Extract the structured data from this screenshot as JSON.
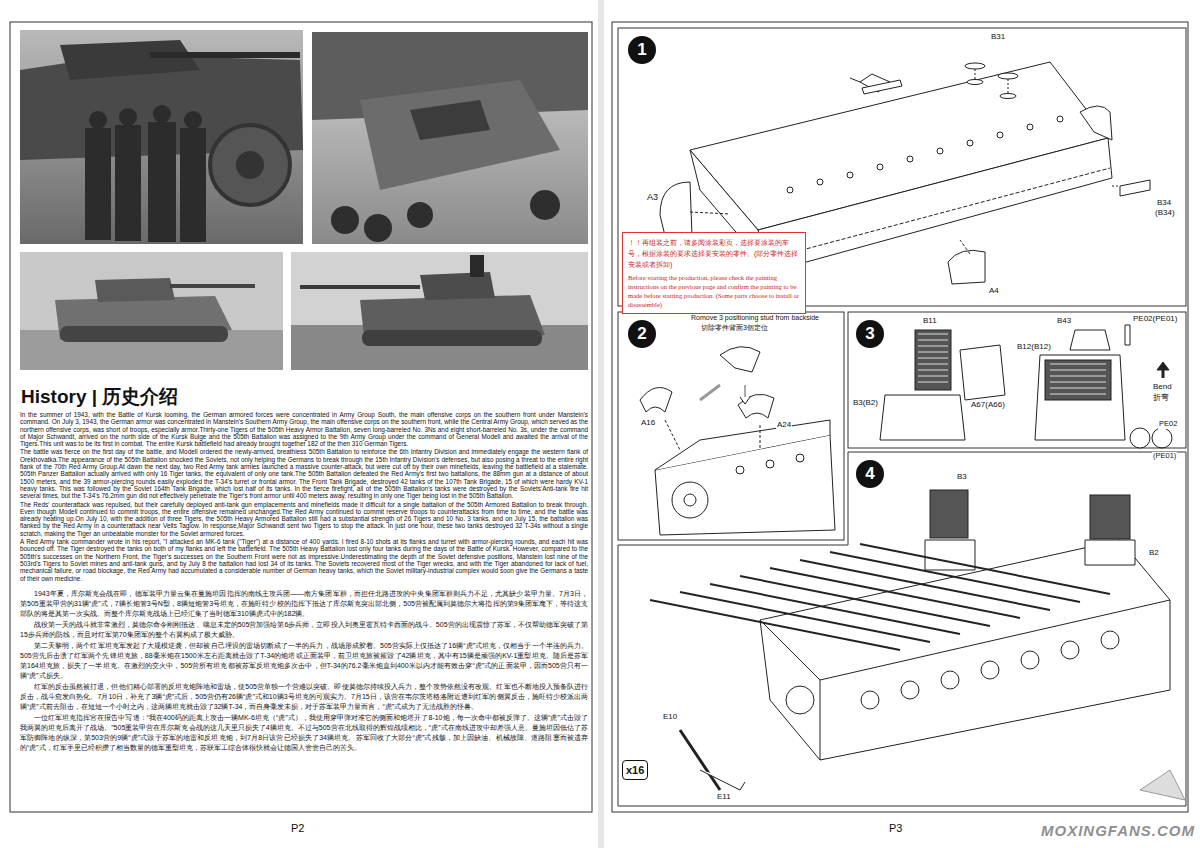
{
  "diagram": {
    "title": "History | 历史介绍",
    "nodes": [
      {
        "text": [
          "1"
        ]
      },
      {
        "text": [
          "！！再组装之前，请多阅涂装彩页，选择要涂装的车号，根据涂装的要求选择要安装的零件。(部分零件选择安装或者拆卸)",
          "Before starting the production, please check the painting instructions on the previous page and confirm the painting to be made before starting production. (Some parts choose to install or disassemble)"
        ]
      },
      {
        "text": [
          "2"
        ]
      },
      {
        "text": [
          "3"
        ]
      },
      {
        "text": [
          "4"
        ]
      },
      {
        "text": [
          "x16"
        ]
      }
    ],
    "labels": [
      "P2",
      "P3",
      "In the summer of 1943, with the Battle of Kursk looming, the German armored forces were concentrated in Army Group South, the main offensive corps on the southern front under Manstein's command. On July 3, 1943, the German armor was concentrated in Manstein's Southern Army Group, the main offensive corps on the southern front, while the Central Army Group, which served as the northern offensive corps, was short of troops, especially armor.Thirty-one Tigers of the 505th Heavy Armor Battalion, seven long-barreled No. 3Ns and eight short-barreled No. 3s, under the command of Major Schwandt, arrived on the north side of the Kursk Bulge and the 505th Battalion was assigned to the 9th Army Group under the command of General Modell and awaited the arrival of the Tigers.This unit was to be its first in combat. The entire Kursk battlefield had already brought together 182 of the then 310 German Tigers.",
      "The battle was fierce on the first day of the battle, and Modell ordered the newly-arrived, breathless 505th Battalion to reinforce the 6th Infantry Division and immediately engage the western flank of Orekhovatka.The appearance of the 505th Battalion shocked the Soviets, not only helping the Germans to break through the 15th Infantry Division's defenses, but also posing a threat to the entire right flank of the 70th Red Army Group.At dawn the next day, two Red Army tank armies launched a massive counter-attack, but were cut off by their own minefields, leaving the battlefield at a stalemate. 505th Panzer Battalion actually arrived with only 16 Tiger tanks, the equivalent of only one tank.The 505th Battalion defeated the Red Army's first two battalions, the 88mm gun at a distance of about 1500 meters, and the 39 armor-piercing rounds easily exploded the T-34's turret or frontal armor. The Front Tank Brigade, destroyed 42 tanks of the 107th Tank Brigade, 15 of which were hardy KV-1 heavy tanks. This was followed by the Soviet 164th Tank Brigade, which lost half of its tanks. In the fierce firefight, all of the 505th Battalion's tanks were destroyed by the Soviets'Anti-tank fire hit several times, but the T-34's 76.2mm gun did not effectively penetrate the Tiger's front armor until 400 meters away, resulting in only one Tiger being lost in the 505th Battalion.",
      "The Reds' counterattack was repulsed, but their carefully deployed anti-tank gun emplacements and minefields made it difficult for a single battalion of the 505th Armored Battalion to break through. Even though Modell continued to commit troops, the entire offensive remained unchanged.The Red Army continued to commit reserve troops to counterattacks from time to time, and the battle was already heating up.On July 10, with the addition of three Tigers, the 505th Heavy Armored Battalion still had a substantial strength of 26 Tigers and 10 No. 3 tanks, and on July 15, the battalion was flanked by the Red Army in a counterattack near Velts Taglow. In response,Major Schwandt sent two Tigers to stop the attack. In just one hour, these two tanks destroyed 32 T-34s without a single scratch, making the Tiger an unbeatable monster for the Soviet armored forces.",
      "A Red Army tank commander wrote in his report, \"I attacked an MK-6 tank (\"Tiger\") at a distance of 400 yards. I fired 8-10 shots at its flanks and turret with armor-piercing rounds, and each hit was bounced off. The Tiger destroyed the tanks on both of my flanks and left the battlefield. The 505th Heavy Battalion lost only four tanks during the days of the Battle of Kursk. However, compared to the 505th's successes on the Northern Front, the Tiger's successes on the Southern Front were not as impressive.Underestimating the depth of the Soviet defensive positions, Manstein lost nine of the 503rd's Tigers to Soviet mines and anti-tank guns, and by July 8 the battalion had lost 34 of its tanks. The Soviets recovered most of the Tiger wrecks, and with the Tiger abandoned for lack of fuel, mechanical failure, or road blockage, the Red Army had accumulated a considerable number of German heavy tanks, which the Soviet military-industrial complex would soon give the Germans a taste of their own medicine.",
      "1943年夏，库尔斯克会战在即，德军装甲力量云集在曼施坦因指挥的南线主攻兵团——南方集团军群，而担任北路进攻的中央集团军群则兵力不足，尤其缺少装甲力量。7月3日，第505重装甲营的31辆“虎”式，7辆长炮管3号N型，8辆短炮管3号坦克，在施旺特少校的指挥下抵达了库尔斯克突出部北侧，505营被配属到莫德尔大将指挥的第9集团军麾下，等待这支部队的将是其第一次实战。而整个库尔斯克战场上已经汇集了当时德军310辆虎式中的182辆。",
      "战役第一天的战斗就非常激烈，莫德尔命令刚刚抵达、喘息未定的505营加强给第6步兵师，立即投入到奥里霍瓦特卡西面的战斗。505营的出现震惊了苏军，不仅帮助德军突破了第15步兵师的防线，而且对红军第70集团军的整个右翼构成了极大威胁。",
      "第二天黎明，两个红军坦克军发起了大规模逆袭，但却被自己埋设的雷场切断成了一半的兵力，战场形成胶着。505营实际上仅抵达了16辆“虎”式坦克，仅相当于一个半连的兵力。505营先后击溃了红军两个先锋坦克旅，88毫米炮在1500米左右距离就击毁了T-34的炮塔或正面装甲，前卫坦克旅被摧毁了42辆坦克，其中有15辆是顽强的KV-1重型坦克。随后是苏军第164坦克旅，损失了一半坦克。在激烈的交火中，505营所有坦克都被苏军反坦克炮多次击中，但T-34的76.2毫米炮直到400米以内才能有效击穿“虎”式的正面装甲，因而505营只有一辆“虎”式损失。",
      "红军的反击虽然被打退，但他们精心部署的反坦克炮阵地和雷场，使505营单独一个营难以突破。即便莫德尔持续投入兵力，整个攻势依然没有改观。红军也不断地投入预备队进行反击，战斗愈发白热化。7月10日，补充了3辆“虎”式后，505营仍有26辆“虎”式和10辆3号坦克的可观实力。7月15日，该营在韦尔茨塔格洛附近遭到红军的侧翼反击，施旺特少校派出两辆“虎”式前去阻击，在短短一个小时之内，这两辆坦克就击毁了32辆T-34，而自身毫发未损，对于苏军装甲力量而言，“虎”式成为了无法战胜的怪兽。",
      "一位红军坦克指挥官在报告中写道：“我在400码的距离上攻击一辆MK-6坦克（“虎”式），我使用穿甲弹对准它的侧面和炮塔开了8-10炮，每一次命中都被反弹了。这辆“虎”式击毁了我两翼的坦克后离开了战场。”505重装甲营在库尔斯克会战的这几天里只损失了4辆坦克。不过与505营在北线取得的辉煌战绩相比，“虎”式在南线进攻中却差强人意。曼施坦因低估了苏军防御阵地的纵深，第503营的9辆“虎”式毁于苏军的地雷和反坦克炮，到7月8日该营已经损失了34辆坦克。苏军回收了大部分“虎”式残骸，加上因缺油、机械故障、道路阻塞而被遗弃的“虎”式，红军手里已经积攒了相当数量的德军重型坦克，苏联军工综合体很快就会让德国人尝尝自己的苦头。",
      "B31",
      "B34",
      "(B34)",
      "A3",
      "A4",
      "Romove 3 positioning stud from backside",
      "切除零件背面3個定位",
      "A16",
      "A24",
      "B11",
      "A67(A66)",
      "B3(B2)",
      "B43",
      "B12(B12)",
      "PE02(PE01)",
      "Bend",
      "折弯",
      "PE02",
      "(PE01)",
      "B3",
      "B2",
      "E10",
      "E11",
      "MOXINGFANS.COM"
    ]
  }
}
